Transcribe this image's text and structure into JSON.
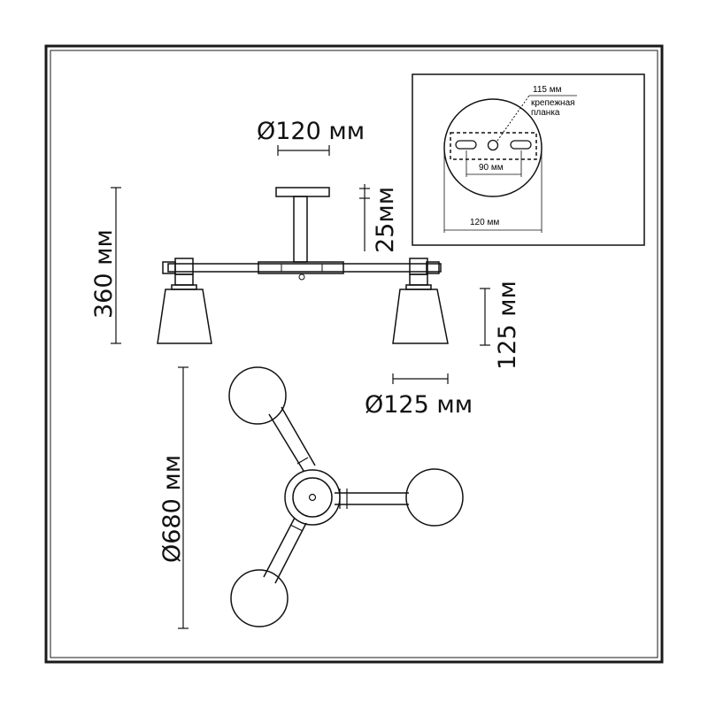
{
  "dimensions": {
    "canopy_diameter": "Ø120 мм",
    "canopy_depth": "25мм",
    "total_height": "360 мм",
    "shade_height": "125 мм",
    "shade_diameter": "Ø125 мм",
    "total_diameter": "Ø680 мм"
  },
  "inset": {
    "bracket_size": "115 мм",
    "bracket_label_line1": "крепежная",
    "bracket_label_line2": "планка",
    "hole_spacing": "90 мм",
    "canopy_width": "120 мм"
  },
  "colors": {
    "line": "#111111",
    "frame": "#1a1a1a",
    "background": "#ffffff"
  }
}
